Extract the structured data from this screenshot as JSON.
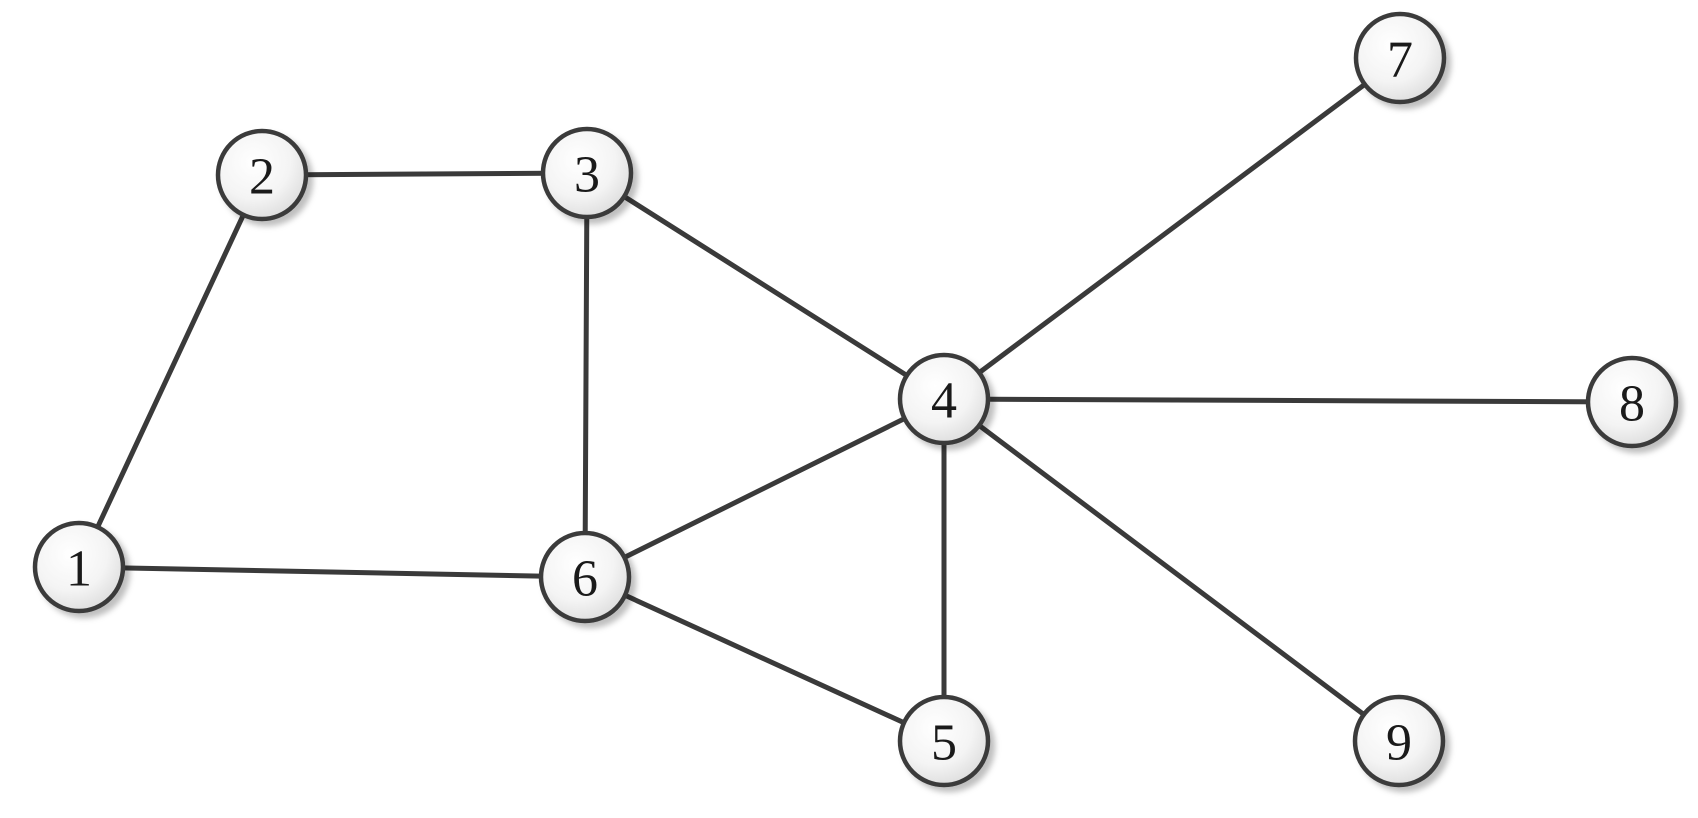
{
  "graph": {
    "nodes": [
      {
        "id": "1",
        "label": "1"
      },
      {
        "id": "2",
        "label": "2"
      },
      {
        "id": "3",
        "label": "3"
      },
      {
        "id": "4",
        "label": "4"
      },
      {
        "id": "5",
        "label": "5"
      },
      {
        "id": "6",
        "label": "6"
      },
      {
        "id": "7",
        "label": "7"
      },
      {
        "id": "8",
        "label": "8"
      },
      {
        "id": "9",
        "label": "9"
      }
    ],
    "edges": [
      {
        "from": "1",
        "to": "2"
      },
      {
        "from": "2",
        "to": "3"
      },
      {
        "from": "1",
        "to": "6"
      },
      {
        "from": "3",
        "to": "6"
      },
      {
        "from": "3",
        "to": "4"
      },
      {
        "from": "6",
        "to": "4"
      },
      {
        "from": "6",
        "to": "5"
      },
      {
        "from": "4",
        "to": "5"
      },
      {
        "from": "4",
        "to": "7"
      },
      {
        "from": "4",
        "to": "8"
      },
      {
        "from": "4",
        "to": "9"
      }
    ],
    "colors": {
      "edge": "#3a3a3a",
      "node_stroke": "#3a3a3a",
      "node_fill_light": "#ffffff",
      "node_fill_dark": "#e6e6e6",
      "label": "#1a1a1a"
    }
  }
}
